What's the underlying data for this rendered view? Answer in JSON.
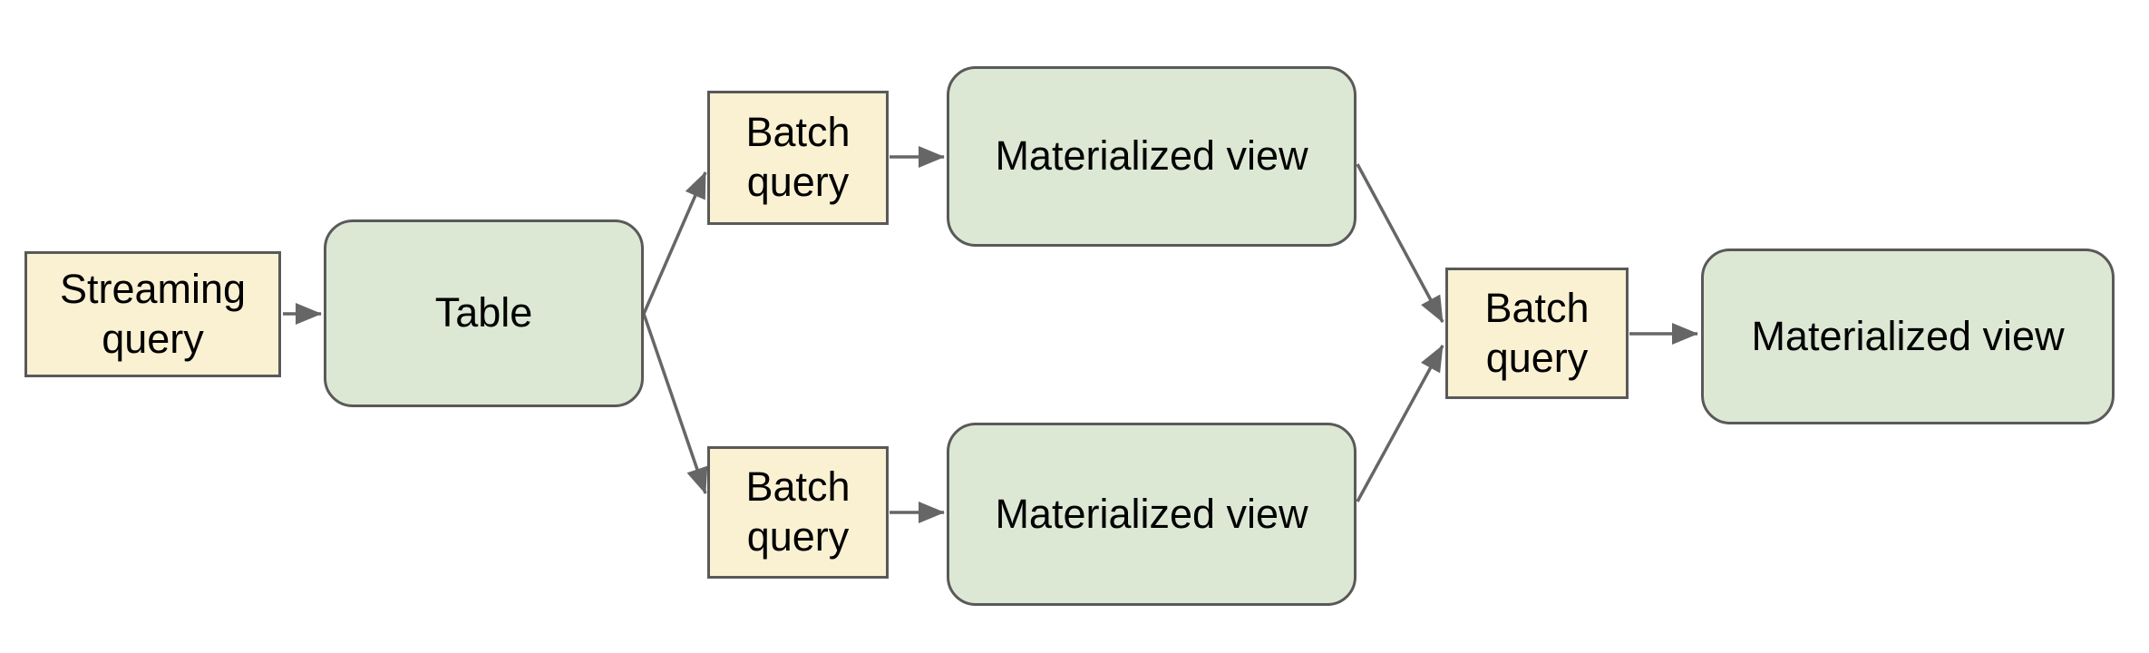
{
  "diagram": {
    "background": "#ffffff",
    "colors": {
      "background": "#ffffff",
      "query_fill": "#faf1d2",
      "store_fill": "#dce8d4",
      "border": "#595959",
      "arrow": "#666666",
      "text": "#000000"
    },
    "nodes": [
      {
        "id": "streaming-query",
        "label": "Streaming query",
        "kind": "query"
      },
      {
        "id": "table",
        "label": "Table",
        "kind": "store"
      },
      {
        "id": "batch-query-top",
        "label": "Batch query",
        "kind": "query"
      },
      {
        "id": "materialized-view-top",
        "label": "Materialized view",
        "kind": "store"
      },
      {
        "id": "batch-query-bottom",
        "label": "Batch query",
        "kind": "query"
      },
      {
        "id": "materialized-view-bottom",
        "label": "Materialized view",
        "kind": "store"
      },
      {
        "id": "batch-query-final",
        "label": "Batch query",
        "kind": "query"
      },
      {
        "id": "materialized-view-final",
        "label": "Materialized view",
        "kind": "store"
      }
    ],
    "edges": [
      {
        "from": "streaming-query",
        "to": "table"
      },
      {
        "from": "table",
        "to": "batch-query-top"
      },
      {
        "from": "batch-query-top",
        "to": "materialized-view-top"
      },
      {
        "from": "table",
        "to": "batch-query-bottom"
      },
      {
        "from": "batch-query-bottom",
        "to": "materialized-view-bottom"
      },
      {
        "from": "materialized-view-top",
        "to": "batch-query-final"
      },
      {
        "from": "materialized-view-bottom",
        "to": "batch-query-final"
      },
      {
        "from": "batch-query-final",
        "to": "materialized-view-final"
      }
    ]
  }
}
